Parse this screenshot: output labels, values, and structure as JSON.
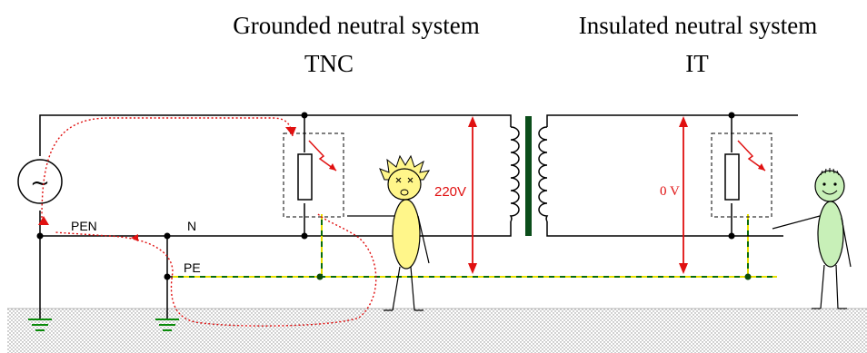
{
  "titles": {
    "left_system": "Grounded neutral system",
    "left_type": "TNC",
    "right_system": "Insulated neutral system",
    "right_type": "IT"
  },
  "labels": {
    "pen": "PEN",
    "n": "N",
    "pe": "PE",
    "source_symbol": "~"
  },
  "voltages": {
    "left": "220V",
    "right": "0 V"
  },
  "colors": {
    "current_path": "#e01010",
    "pe_green": "#0a6b0a",
    "pe_yellow": "#e8e000",
    "transformer_core": "#0b4d1a",
    "person_left": "#fff68a",
    "person_right": "#c8f0b8"
  },
  "icons": [
    "ac-source-icon",
    "ground-icon",
    "resistor-icon",
    "fault-arrow-icon",
    "transformer-icon",
    "person-shocked-icon",
    "person-safe-icon"
  ]
}
